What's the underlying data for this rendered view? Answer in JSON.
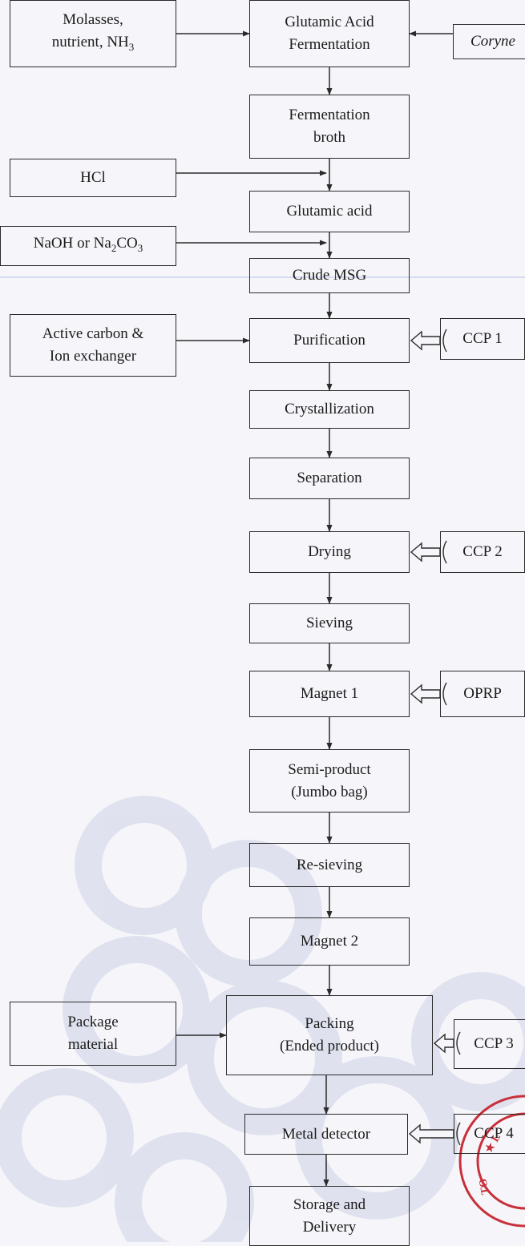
{
  "process_steps": [
    {
      "id": "fermentation",
      "lines": [
        "Glutamic Acid",
        "Fermentation"
      ]
    },
    {
      "id": "broth",
      "lines": [
        "Fermentation",
        "broth"
      ]
    },
    {
      "id": "glutamic",
      "lines": [
        "Glutamic acid"
      ]
    },
    {
      "id": "crude",
      "lines": [
        "Crude MSG"
      ]
    },
    {
      "id": "purification",
      "lines": [
        "Purification"
      ]
    },
    {
      "id": "crystallization",
      "lines": [
        "Crystallization"
      ]
    },
    {
      "id": "separation",
      "lines": [
        "Separation"
      ]
    },
    {
      "id": "drying",
      "lines": [
        "Drying"
      ]
    },
    {
      "id": "sieving",
      "lines": [
        "Sieving"
      ]
    },
    {
      "id": "magnet1",
      "lines": [
        "Magnet 1"
      ]
    },
    {
      "id": "semiproduct",
      "lines": [
        "Semi-product",
        "(Jumbo bag)"
      ]
    },
    {
      "id": "resieving",
      "lines": [
        "Re-sieving"
      ]
    },
    {
      "id": "magnet2",
      "lines": [
        "Magnet 2"
      ]
    },
    {
      "id": "packing",
      "lines": [
        "Packing",
        "(Ended product)"
      ]
    },
    {
      "id": "metal",
      "lines": [
        "Metal detector"
      ]
    },
    {
      "id": "storage",
      "lines": [
        "Storage and",
        "Delivery"
      ]
    }
  ],
  "inputs": [
    {
      "id": "molasses",
      "lines": [
        "Molasses,",
        "nutrient, NH<sub>3</sub>"
      ],
      "target": "fermentation"
    },
    {
      "id": "hcl",
      "lines": [
        "HCl"
      ],
      "target": "broth-glutamic"
    },
    {
      "id": "naoh",
      "lines": [
        "NaOH or Na<sub>2</sub>CO<sub>3</sub>"
      ],
      "target": "glutamic-crude"
    },
    {
      "id": "carbon",
      "lines": [
        "Active carbon &",
        "Ion exchanger"
      ],
      "target": "purification"
    },
    {
      "id": "package",
      "lines": [
        "Package",
        "material"
      ],
      "target": "packing"
    },
    {
      "id": "coryne",
      "lines": [
        "<i>Coryne</i>"
      ],
      "target": "fermentation"
    }
  ],
  "control_points": [
    {
      "id": "ccp1",
      "label": "CCP 1",
      "target": "purification"
    },
    {
      "id": "ccp2",
      "label": "CCP 2",
      "target": "drying"
    },
    {
      "id": "oprp",
      "label": "OPRP",
      "target": "magnet1"
    },
    {
      "id": "ccp3",
      "label": "CCP 3",
      "target": "packing"
    },
    {
      "id": "ccp4",
      "label": "CCP 4",
      "target": "metal"
    }
  ],
  "colors": {
    "line": "#2b2b2b",
    "paper": "#f6f6fa",
    "watermark": "#d9dcea",
    "stamp": "#c8303a"
  }
}
